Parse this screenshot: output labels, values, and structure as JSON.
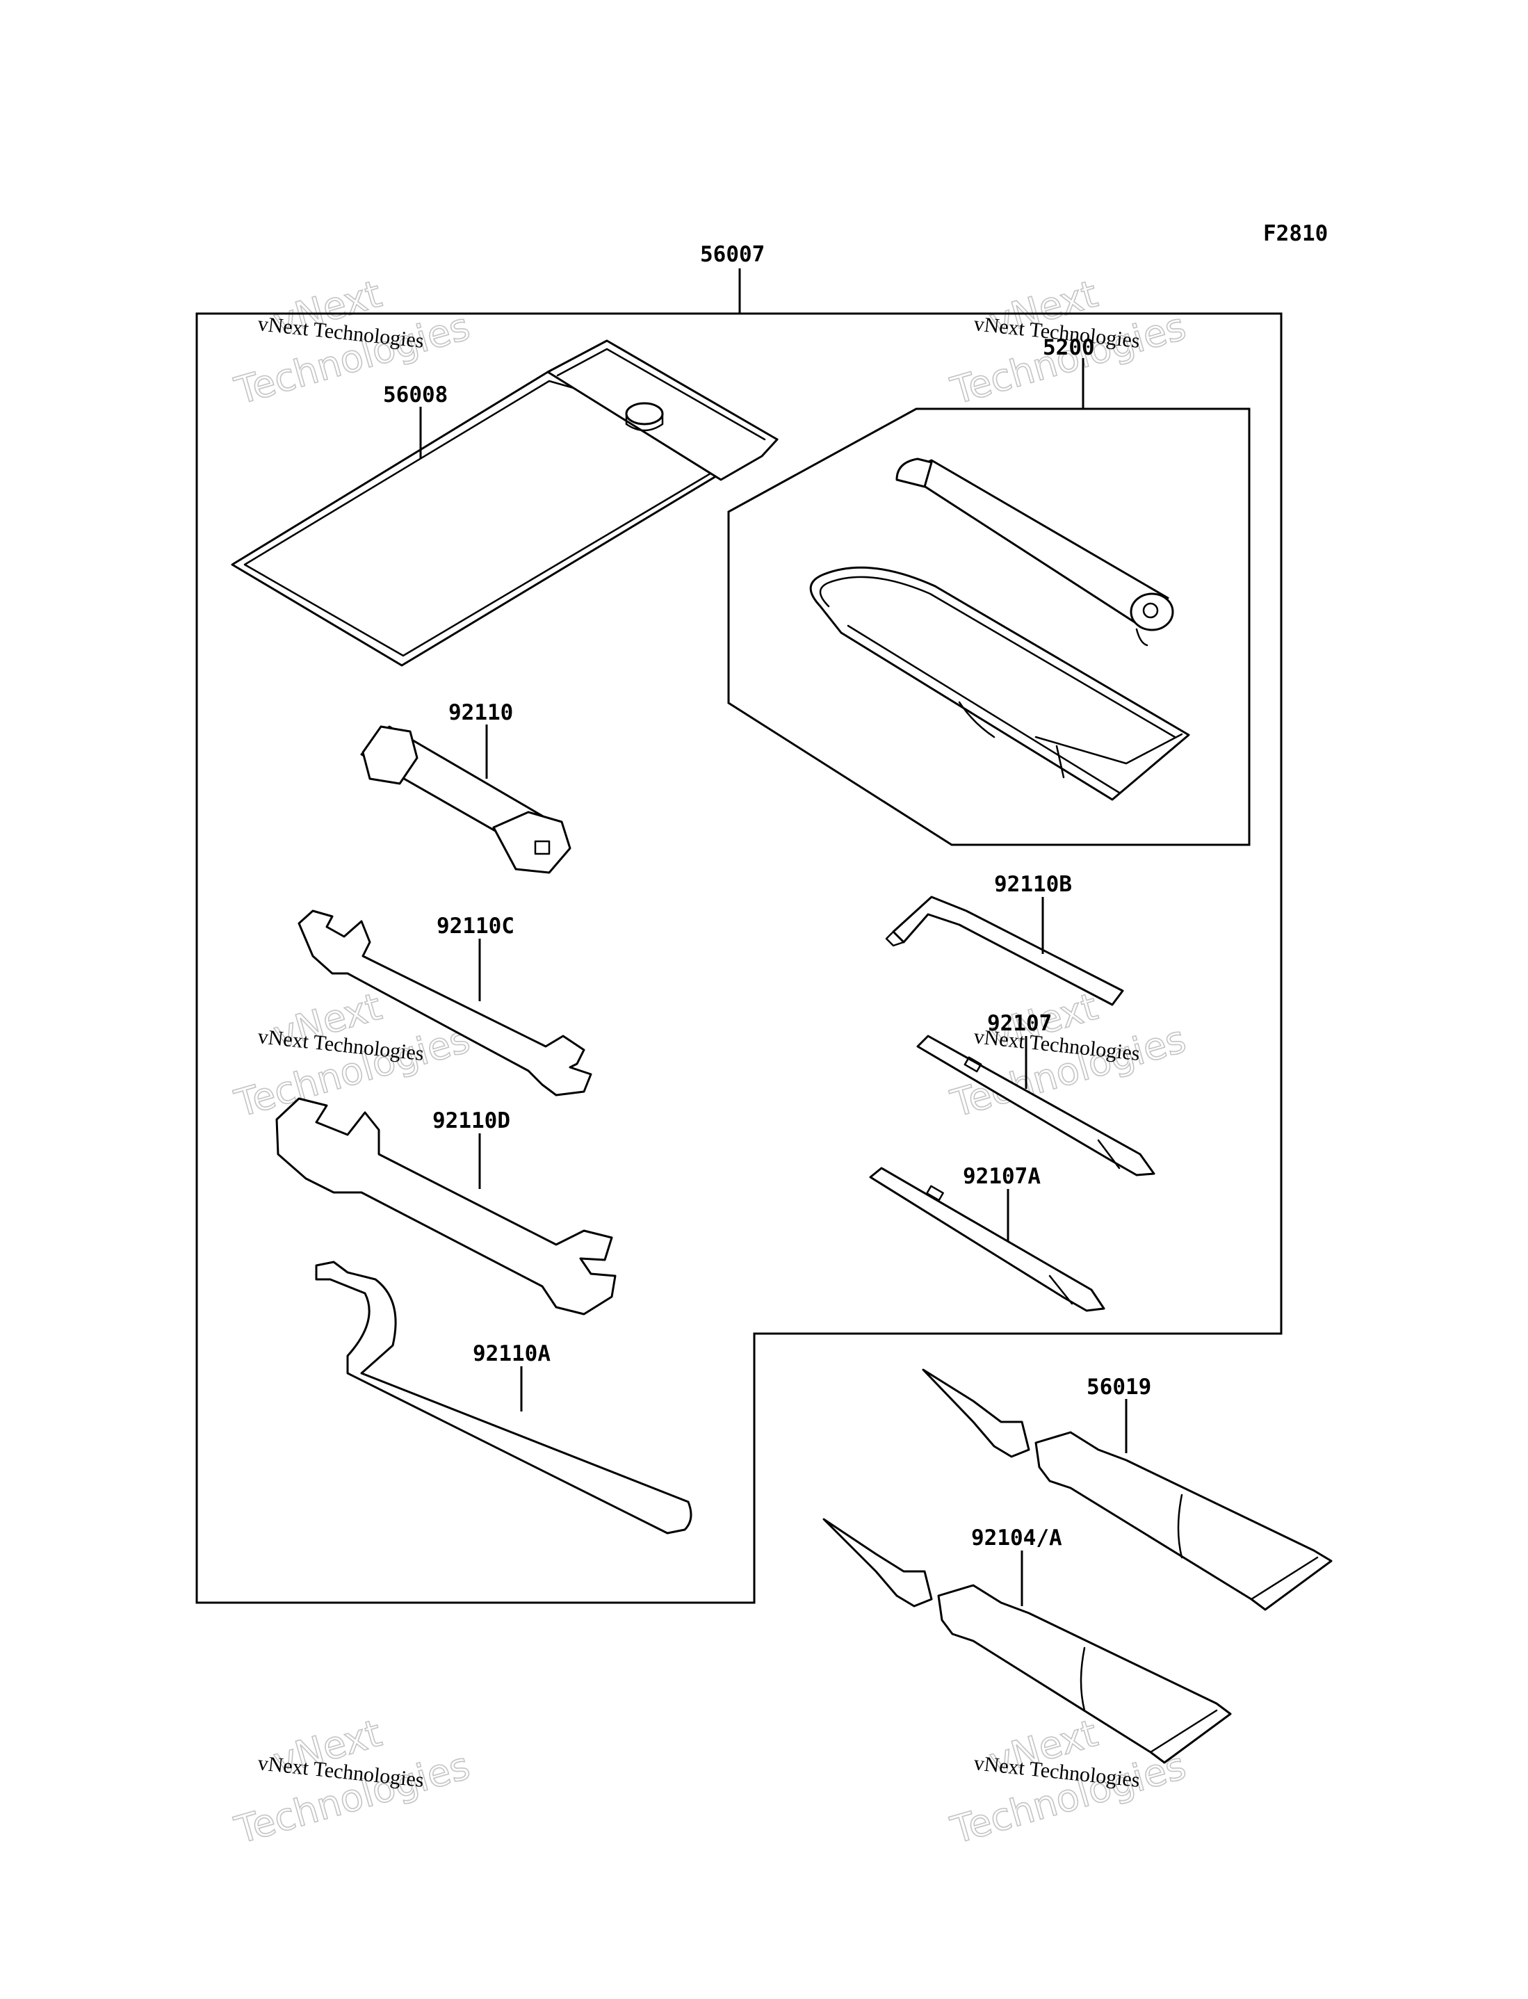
{
  "figure_code": "F2810",
  "labels": {
    "kit": "56007",
    "pouch": "56008",
    "inner_box": "5200",
    "plug_wrench": "92110",
    "hex_key": "92110B",
    "wrench_c": "92110C",
    "screwdriver": "92107",
    "wrench_d": "92110D",
    "screwdriver_a": "92107A",
    "hook_wrench": "92110A",
    "tube_top": "56019",
    "tube_bottom": "92104/A"
  },
  "watermark": {
    "line1": "vNext",
    "line2": "Technologies",
    "small": "vNext Technologies"
  },
  "colors": {
    "ink": "#000000",
    "watermark": "#c4c4c4",
    "background": "#ffffff"
  }
}
